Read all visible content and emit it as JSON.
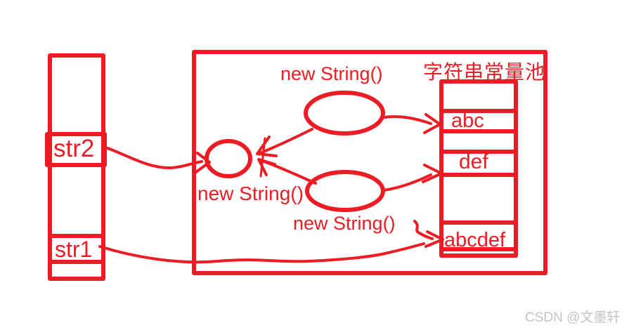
{
  "colors": {
    "accent": "#ED1C24",
    "watermark_text": "#C3C3C3",
    "background": "#FFFFFF"
  },
  "stack": {
    "cells": [
      {
        "label": "str2"
      },
      {
        "label": "str1"
      }
    ]
  },
  "heap": {
    "labels": {
      "new_string_top": "new String()",
      "new_string_middle": "new String()",
      "new_string_bottom": "new String()"
    },
    "shapes": [
      "new-string-object-ellipse-top",
      "string-object-ellipse-left",
      "new-string-object-ellipse-bottom"
    ]
  },
  "constant_pool": {
    "title": "字符串常量池",
    "cells": [
      "abc",
      "def",
      "abcdef"
    ]
  },
  "watermark": "CSDN @文墨轩"
}
